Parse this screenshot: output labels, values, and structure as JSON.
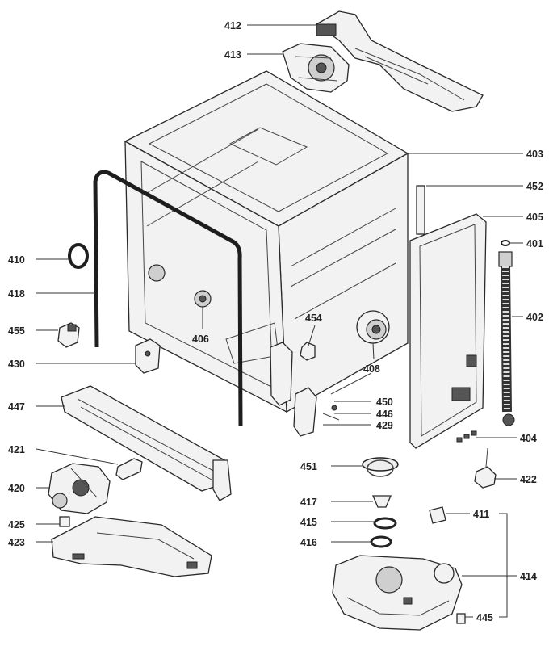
{
  "labels": {
    "l412": "412",
    "l413": "413",
    "l403": "403",
    "l452": "452",
    "l405": "405",
    "l401": "401",
    "l402": "402",
    "l410": "410",
    "l418": "418",
    "l455": "455",
    "l454": "454",
    "l406": "406",
    "l408": "408",
    "l430": "430",
    "l447": "447",
    "l450": "450",
    "l446": "446",
    "l429": "429",
    "l404": "404",
    "l421": "421",
    "l451": "451",
    "l422": "422",
    "l420": "420",
    "l417": "417",
    "l411": "411",
    "l425": "425",
    "l415": "415",
    "l423": "423",
    "l416": "416",
    "l414": "414",
    "l445": "445"
  }
}
